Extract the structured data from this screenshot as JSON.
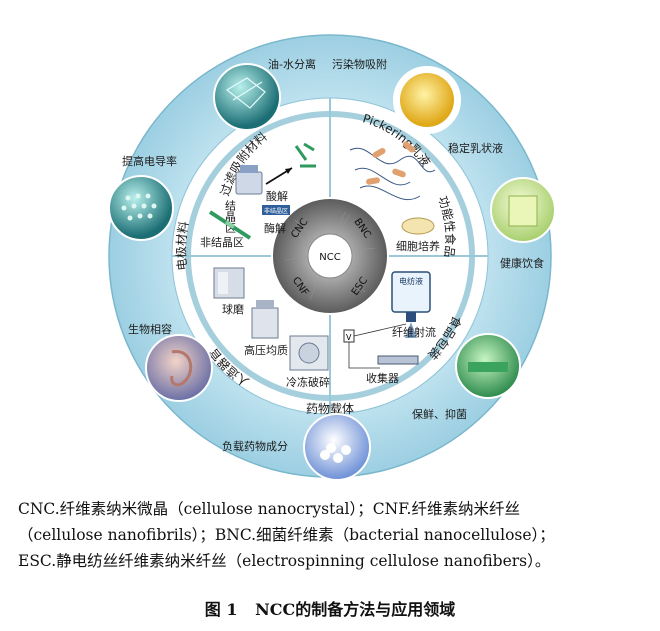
{
  "diagram": {
    "center": "NCC",
    "core_types": [
      "CNC",
      "BNC",
      "ESC",
      "CNF"
    ],
    "outer_items": {
      "oil_water": "油-水分离",
      "pollutant": "污染物吸附",
      "emulsion": "稳定乳状液",
      "healthy_drink": "健康饮食",
      "preserve": "保鲜、抑菌",
      "drug_load": "负载药物成分",
      "biocompat": "生物相容",
      "conductivity": "提高电导率"
    },
    "ring_labels": {
      "filter": "过滤吸附材料",
      "pickering": "Pickering乳液",
      "functional_food": "功能性食品",
      "food_pack": "食品包装",
      "drug_carrier": "药物载体",
      "artificial_organ": "人造器官",
      "electrode": "电极材料"
    },
    "process_labels": {
      "acid": "酸解",
      "crystal": "结晶区",
      "noncrystal": "非结晶区",
      "enzyme": "酶解",
      "nonCrystalTag": "非结晶区",
      "culture": "细胞培养",
      "spin_liquid": "电纺液",
      "jet": "纤维射流",
      "collector": "收集器",
      "ball_mill": "球磨",
      "homogenize": "高压均质",
      "freeze": "冷冻破碎"
    }
  },
  "caption": {
    "line1": "CNC.纤维素纳米微晶（cellulose nanocrystal）；CNF.纤维素纳米纤丝",
    "line2": "（cellulose nanofibrils）；BNC.细菌纤维素（bacterial nanocellulose）；",
    "line3": "ESC.静电纺丝纤维素纳米纤丝（electrospinning cellulose nanofibers）。"
  },
  "figure": {
    "number": "图 1",
    "title": "NCC的制备方法与应用领域"
  }
}
